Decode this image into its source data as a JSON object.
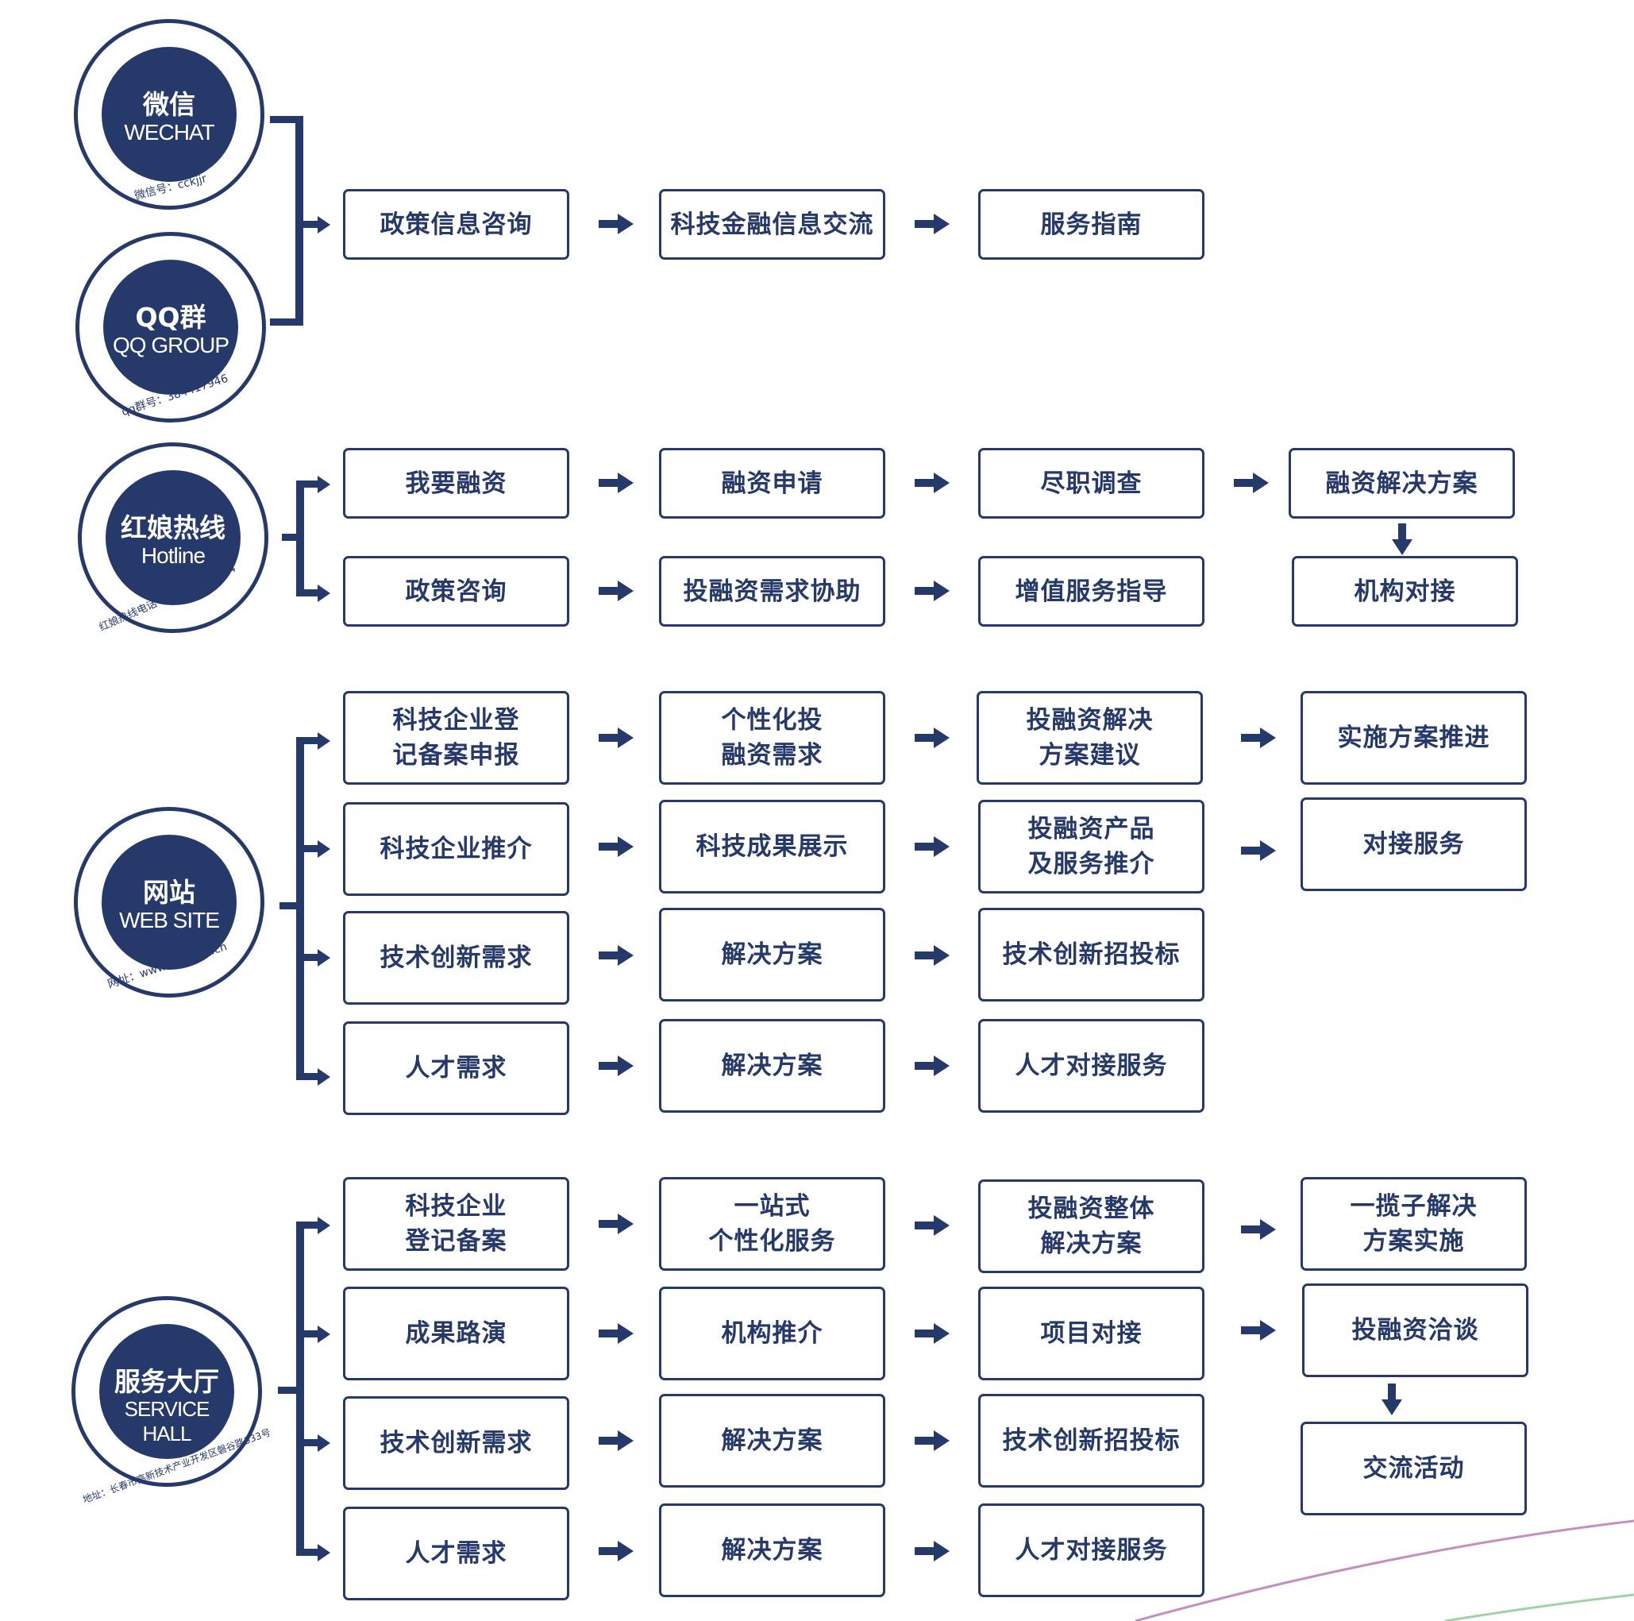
{
  "colors": {
    "navy": "#26396b",
    "accent_pink": "#c48fc0",
    "accent_green": "#9fd3a4"
  },
  "channels": [
    {
      "cn": "微信",
      "en": "WECHAT",
      "contact": "微信号：cckjjr"
    },
    {
      "cn": "QQ群",
      "en": "QQ GROUP",
      "contact": "qq群号：384417946"
    },
    {
      "cn": "红娘热线",
      "en": "Hotline",
      "contact": "红娘热线电话号：4008343444"
    },
    {
      "cn": "网站",
      "en": "WEB SITE",
      "contact": "网址：www.cckj.gov.cn"
    },
    {
      "cn": "服务大厅",
      "en": "SERVICE HALL",
      "contact": "地址：长春市高新技术产业开发区磐谷路333号"
    }
  ],
  "group1": [
    [
      "政策信息咨询",
      "科技金融信息交流",
      "服务指南"
    ]
  ],
  "group2": [
    [
      "我要融资",
      "融资申请",
      "尽职调查",
      "融资解决方案"
    ],
    [
      "政策咨询",
      "投融资需求协助",
      "增值服务指导",
      "机构对接"
    ]
  ],
  "group3": [
    [
      "科技企业登\n记备案申报",
      "个性化投\n融资需求",
      "投融资解决\n方案建议",
      "实施方案推进"
    ],
    [
      "科技企业推介",
      "科技成果展示",
      "投融资产品\n及服务推介",
      "对接服务"
    ],
    [
      "技术创新需求",
      "解决方案",
      "技术创新招投标"
    ],
    [
      "人才需求",
      "解决方案",
      "人才对接服务"
    ]
  ],
  "group4": [
    [
      "科技企业\n登记备案",
      "一站式\n个性化服务",
      "投融资整体\n解决方案",
      "一揽子解决\n方案实施"
    ],
    [
      "成果路演",
      "机构推介",
      "项目对接",
      "投融资洽谈"
    ],
    [
      "技术创新需求",
      "解决方案",
      "技术创新招投标",
      "交流活动"
    ],
    [
      "人才需求",
      "解决方案",
      "人才对接服务"
    ]
  ]
}
